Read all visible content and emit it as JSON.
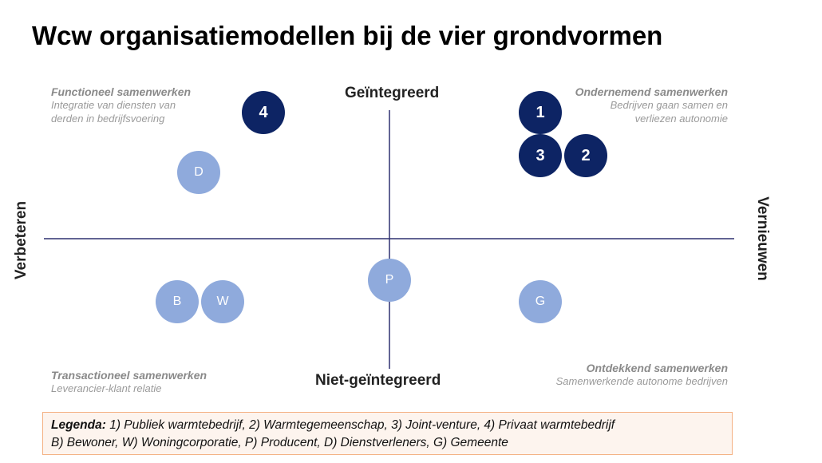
{
  "title": "Wcw organisatiemodellen bij de vier grondvormen",
  "axes": {
    "top": "Geïntegreerd",
    "bottom": "Niet-geïntegreerd",
    "left": "Verbeteren",
    "right": "Vernieuwen"
  },
  "quadrants": {
    "top_left": {
      "title": "Functioneel samenwerken",
      "lines": [
        "Integratie van diensten van",
        "derden in bedrijfsvoering"
      ]
    },
    "top_right": {
      "title": "Ondernemend samenwerken",
      "lines": [
        "Bedrijven gaan samen en",
        "verliezen autonomie"
      ]
    },
    "bottom_left": {
      "title": "Transactioneel samenwerken",
      "lines": [
        "Leverancier-klant relatie"
      ]
    },
    "bottom_right": {
      "title": "Ontdekkend samenwerken",
      "lines": [
        "Samenwerkende autonome bedrijven"
      ]
    }
  },
  "markers": {
    "m4": "4",
    "m1": "1",
    "m3": "3",
    "m2": "2",
    "D": "D",
    "B": "B",
    "W": "W",
    "P": "P",
    "G": "G"
  },
  "legend": {
    "label": "Legenda:",
    "line1": " 1) Publiek warmtebedrijf, 2) Warmtegemeenschap, 3) Joint-venture, 4) Privaat warmtebedrijf",
    "line2": "B) Bewoner, W) Woningcorporatie, P) Producent, D) Dienstverleners, G) Gemeente"
  },
  "colors": {
    "dark": "#0d2464",
    "light": "#8faadc",
    "axis": "#2f3070",
    "legend_border": "#f4b183"
  }
}
